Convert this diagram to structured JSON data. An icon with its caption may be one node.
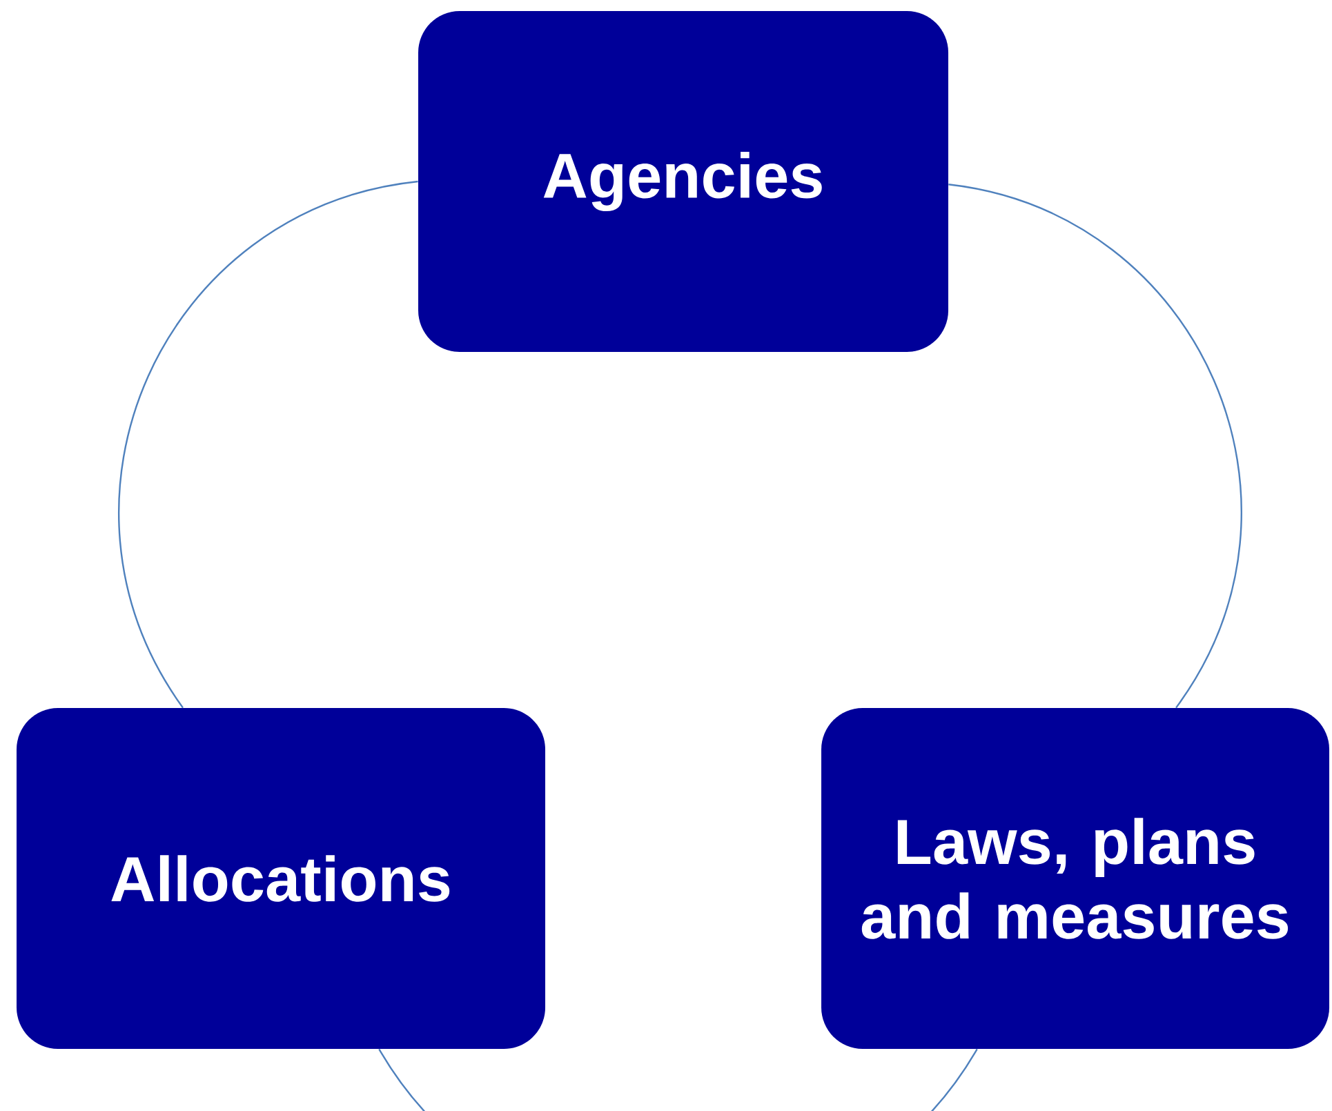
{
  "diagram": {
    "nodes": [
      {
        "text": [
          "Agencies"
        ]
      },
      {
        "text": [
          "Laws, plans and measures"
        ]
      },
      {
        "text": [
          "Allocations"
        ]
      }
    ],
    "edges": [
      {
        "from": 0,
        "to": 1,
        "arrow": "none"
      },
      {
        "from": 1,
        "to": 2,
        "arrow": "none"
      },
      {
        "from": 2,
        "to": 0,
        "arrow": "none"
      }
    ]
  }
}
